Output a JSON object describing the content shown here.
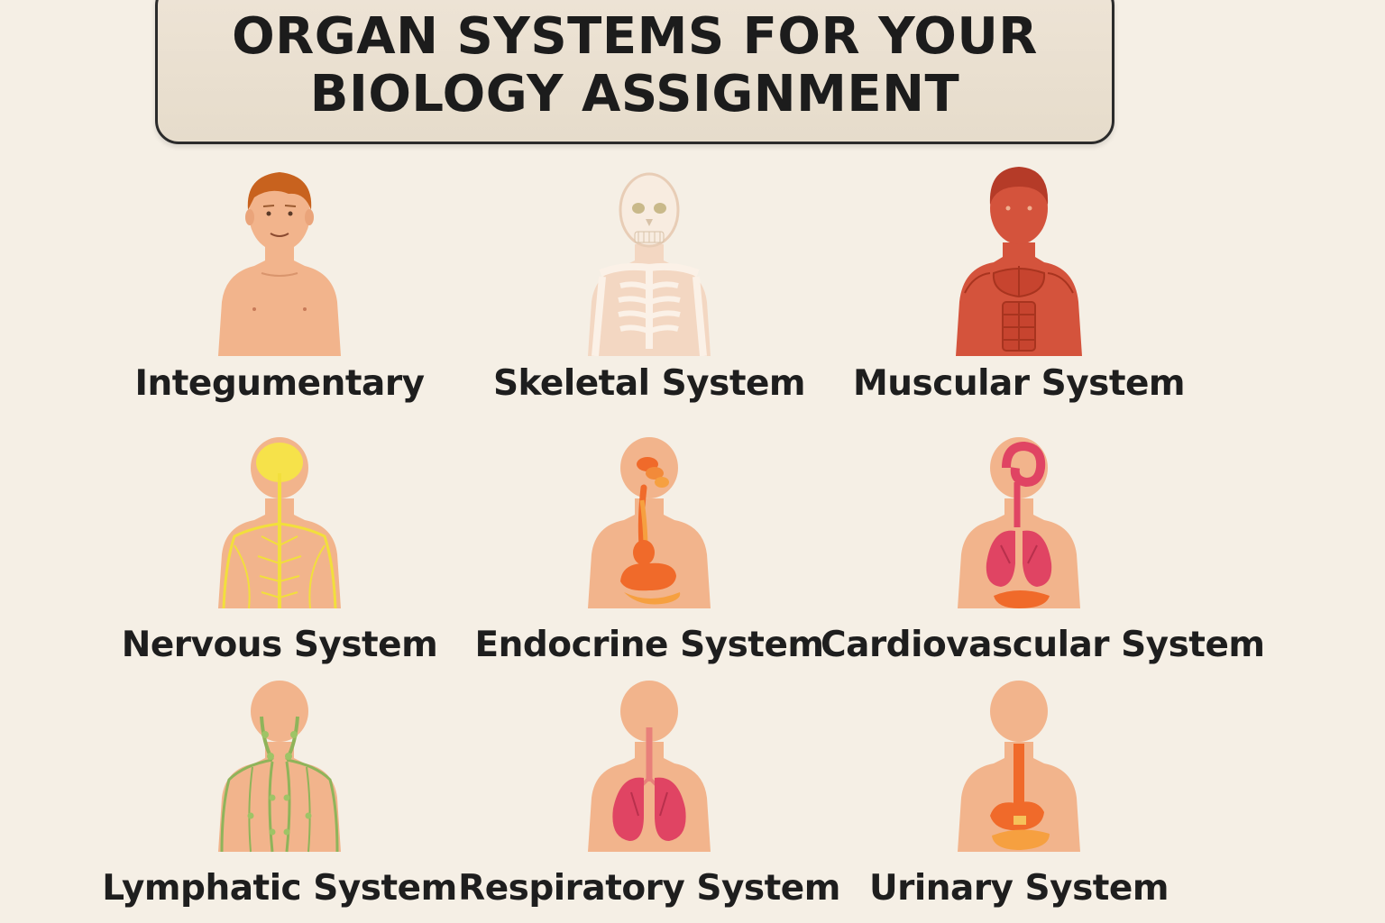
{
  "title": {
    "line1": "ORGAN SYSTEMS FOR YOUR",
    "line2": "BIOLOGY ASSIGNMENT"
  },
  "systems": [
    {
      "label": "Integumentary",
      "icon": "integumentary-figure"
    },
    {
      "label": "Skeletal System",
      "icon": "skeleton-figure"
    },
    {
      "label": "Muscular System",
      "icon": "muscle-figure"
    },
    {
      "label": "Nervous System",
      "icon": "nervous-figure"
    },
    {
      "label": "Endocrine System",
      "icon": "endocrine-figure"
    },
    {
      "label": "Cardiovascular System",
      "icon": "cardiovascular-figure"
    },
    {
      "label": "Lymphatic System",
      "icon": "lymphatic-figure"
    },
    {
      "label": "Respiratory System",
      "icon": "respiratory-figure"
    },
    {
      "label": "Urinary System",
      "icon": "urinary-figure"
    }
  ],
  "colors": {
    "background": "#f5efe5",
    "skin": "#f2b48c",
    "skeleton": "#f8e9dc",
    "muscle": "#d4533c",
    "nerve": "#f2df3c",
    "organ_orange": "#f06a2a",
    "lung_pink": "#e04463",
    "lymph_green": "#8fb45a"
  }
}
